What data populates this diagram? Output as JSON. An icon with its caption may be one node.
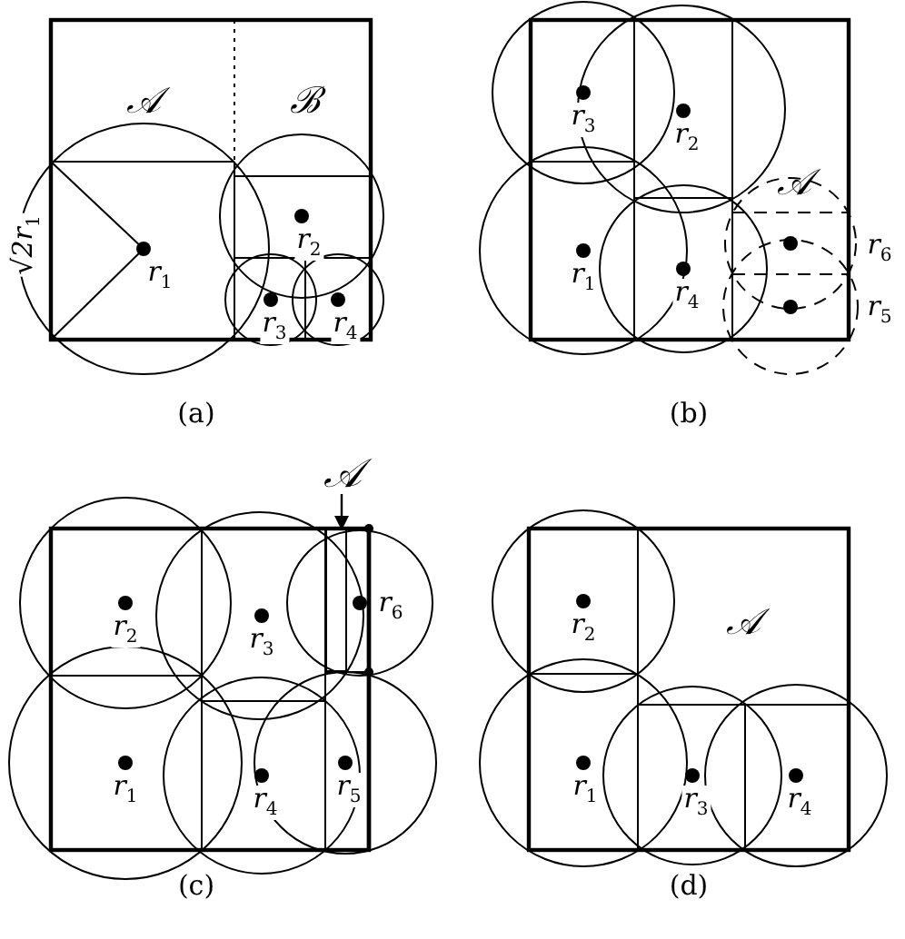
{
  "diagram": {
    "nodes": [
      {
        "text": [
          "𝒜"
        ]
      },
      {
        "text": [],
        "shape": "bar"
      }
    ],
    "edges": [
      {
        "from": 0,
        "to": 1,
        "arrow": "to"
      }
    ],
    "labels": [
      "𝒜",
      "ℬ",
      "√2r$_{1}$",
      "r$_{1}$",
      "r$_{2}$",
      "r$_{3}$",
      "r$_{4}$",
      "(a)",
      "r$_{3}$",
      "r$_{2}$",
      "𝒜",
      "r$_{6}$",
      "r$_{1}$",
      "r$_{4}$",
      "r$_{5}$",
      "(b)",
      "r$_{2}$",
      "r$_{3}$",
      "r$_{6}$",
      "r$_{1}$",
      "r$_{4}$",
      "r$_{5}$",
      "(c)",
      "r$_{2}$",
      "𝒜",
      "r$_{1}$",
      "r$_{3}$",
      "r$_{4}$",
      "(d)"
    ]
  }
}
